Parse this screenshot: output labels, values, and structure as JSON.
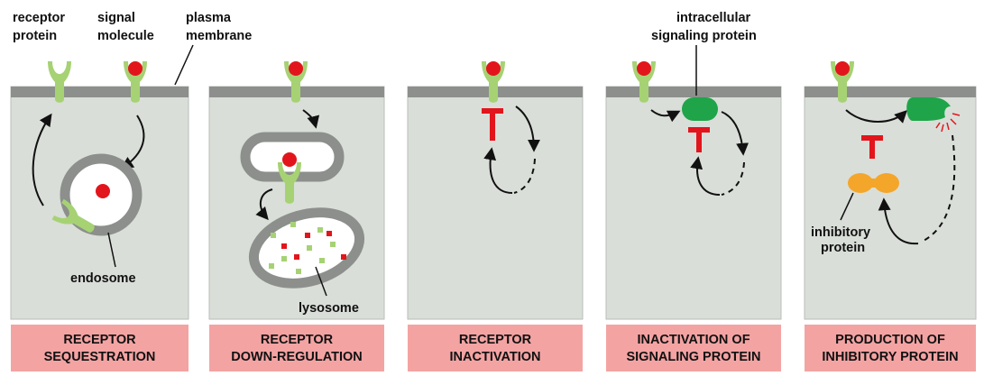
{
  "labels": {
    "receptor_protein": [
      "receptor",
      "protein"
    ],
    "signal_molecule": [
      "signal",
      "molecule"
    ],
    "plasma_membrane": [
      "plasma",
      "membrane"
    ],
    "endosome": "endosome",
    "lysosome": "lysosome",
    "intracellular_signaling_protein": [
      "intracellular",
      "signaling protein"
    ],
    "inhibitory_protein": [
      "inhibitory",
      "protein"
    ]
  },
  "panels": [
    {
      "caption": [
        "RECEPTOR",
        "SEQUESTRATION"
      ]
    },
    {
      "caption": [
        "RECEPTOR",
        "DOWN-REGULATION"
      ]
    },
    {
      "caption": [
        "RECEPTOR",
        "INACTIVATION"
      ]
    },
    {
      "caption": [
        "INACTIVATION OF",
        "SIGNALING PROTEIN"
      ]
    },
    {
      "caption": [
        "PRODUCTION OF",
        "INHIBITORY PROTEIN"
      ]
    }
  ],
  "colors": {
    "cell_fill": "#d9ded8",
    "cell_border": "#b9beb8",
    "membrane": "#8c8f8b",
    "receptor": "#a6d274",
    "signal_molecule": "#e2151c",
    "inhibition": "#e2151c",
    "signaling_protein": "#1fa449",
    "inhibitory_protein": "#f4a62b",
    "vesicle_wall": "#8c8f8b",
    "caption_fill": "#f4a3a3"
  }
}
